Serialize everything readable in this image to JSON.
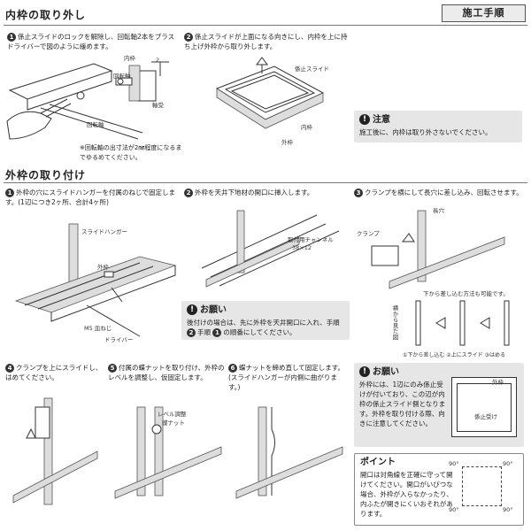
{
  "header": {
    "section1_title": "内枠の取り外し",
    "tag_label": "施工手順",
    "section2_title": "外枠の取り付け"
  },
  "section1": {
    "step1": {
      "num": "1",
      "text": "係止スライドのロックを解除し、回転軸2本をプラスドライバーで図のように緩めます。",
      "labels": {
        "inner_frame": "内枠",
        "dim": "2",
        "rotation_axis": "回転軸",
        "rotation_axis2": "回転軸",
        "bearing": "軸受"
      },
      "note": "※回転軸の出寸法が2㎜程度になるまでゆるめてください。"
    },
    "step2": {
      "num": "2",
      "text": "係止スライドが上面になる向きにし、内枠を上に持ち上げ外枠から取り外します。",
      "labels": {
        "lock_slide": "係止スライド",
        "inner_frame": "内枠",
        "outer_frame": "外枠"
      }
    },
    "caution": {
      "icon": "!",
      "title": "注意",
      "text": "施工後に、内枠は取り外さないでください。"
    }
  },
  "section2": {
    "step1": {
      "num": "1",
      "text": "外枠の穴にスライドハンガーを付属のねじで固定します。(1辺につき2ヶ所、合計4ヶ所)",
      "labels": {
        "slide_hanger": "スライドハンガー",
        "outer_frame": "外枠",
        "screw": "M5 皿ねじ",
        "driver": "ドライバー"
      }
    },
    "step2": {
      "num": "2",
      "text": "外枠を天井下地材の開口に挿入します。",
      "labels": {
        "channel": "取付用チャンネル",
        "channel_size": "38×12"
      }
    },
    "step3": {
      "num": "3",
      "text": "クランプを横にして長穴に差し込み、回転させます。",
      "labels": {
        "long_hole": "長穴",
        "clamp": "クランプ",
        "from_below": "下から差し込む方法も可能です。",
        "side_view": "横から見た図",
        "sequence": "①下から差し込む ②上にスライド ③はめる"
      }
    },
    "request1": {
      "icon": "!",
      "title": "お願い",
      "line1": "後付けの場合は、先に外枠を天井開口に入れ、手順",
      "line2_num": "2",
      "line2_a": "手順",
      "line2_b": "の順番にしてください。",
      "line2_num2": "1"
    },
    "step4": {
      "num": "4",
      "text": "クランプを上にスライドし、はめてください。"
    },
    "step5": {
      "num": "5",
      "text": "付属の蝶ナットを取り付け、外枠のレベルを調整し、仮固定します。",
      "labels": {
        "level_adjust": "レベル調整",
        "wing_nut": "蝶ナット"
      }
    },
    "step6": {
      "num": "6",
      "text": "蝶ナットを締め直して固定します。(スライドハンガーが内側に曲がります。)"
    },
    "request2": {
      "icon": "!",
      "title": "お願い",
      "text": "外枠には、1辺にのみ係止受けが付いており、この辺が内枠の係止スライド側となります。外枠を取り付ける際、向きに注意してください。",
      "labels": {
        "outer_frame": "外枠",
        "lock_receiver": "係止受け"
      }
    },
    "point": {
      "title": "ポイント",
      "text": "開口は対角線を正確に守って開けてください。開口がいびつな場合、外枠が入らなかったり、内ふたが開きにくいおそれがあります。",
      "angles": [
        "90°",
        "90°",
        "90°",
        "90°"
      ]
    }
  }
}
